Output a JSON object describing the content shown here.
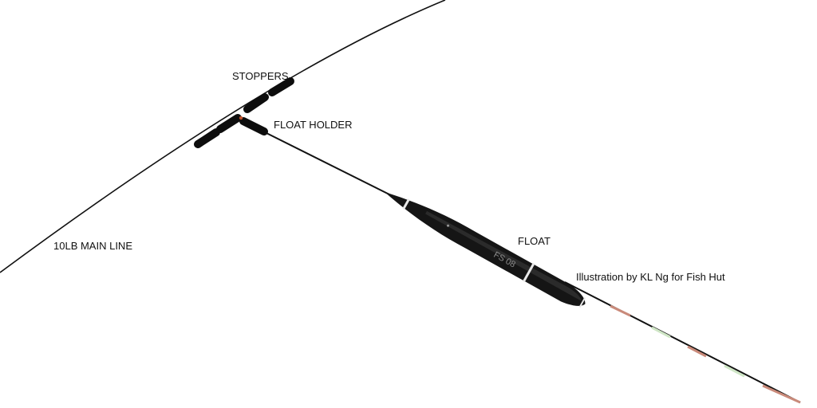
{
  "labels": {
    "stoppers": "STOPPERS",
    "float_holder": "FLOAT HOLDER",
    "main_line": "10LB MAIN LINE",
    "float": "FLOAT",
    "credit": "Illustration by KL Ng for Fish Hut"
  },
  "float_marking": "FS 08",
  "colors": {
    "line": "#111111",
    "stopper": "#0d0d0d",
    "float_body": "#151515",
    "band": "#e8e8e8",
    "tip_red": "#c98a7a",
    "tip_green": "#cfe6c6",
    "holder_accent": "#c0542e"
  },
  "icons": {
    "stopper": "stopper-bead-icon",
    "float": "pole-float-icon"
  }
}
